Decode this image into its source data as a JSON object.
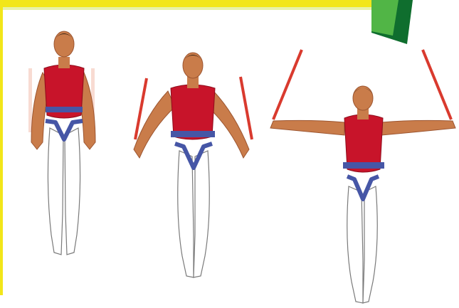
{
  "colors": {
    "background": "#ffffff",
    "frame": "#f2e61a",
    "frame_fill": "#d7e870",
    "tab_light": "#5dc24a",
    "tab_dark": "#0f6e2e",
    "skin": "#c97c4a",
    "skin_shadow": "#9c5530",
    "shirt": "#c8142a",
    "shirt_shadow": "#8e0c1b",
    "harness": "#4656a6",
    "tights": "#ffffff",
    "tights_outline": "#7a7a7a",
    "hair": "#3a2414",
    "strap": "#d93a2e",
    "strap_light": "#f2b7a6"
  },
  "figures": [
    {
      "pose": "arms-at-sides"
    },
    {
      "pose": "arms-slightly-raised"
    },
    {
      "pose": "arms-extended-horizontal"
    }
  ],
  "icons": {
    "corner_tab": "green-tab-icon"
  }
}
